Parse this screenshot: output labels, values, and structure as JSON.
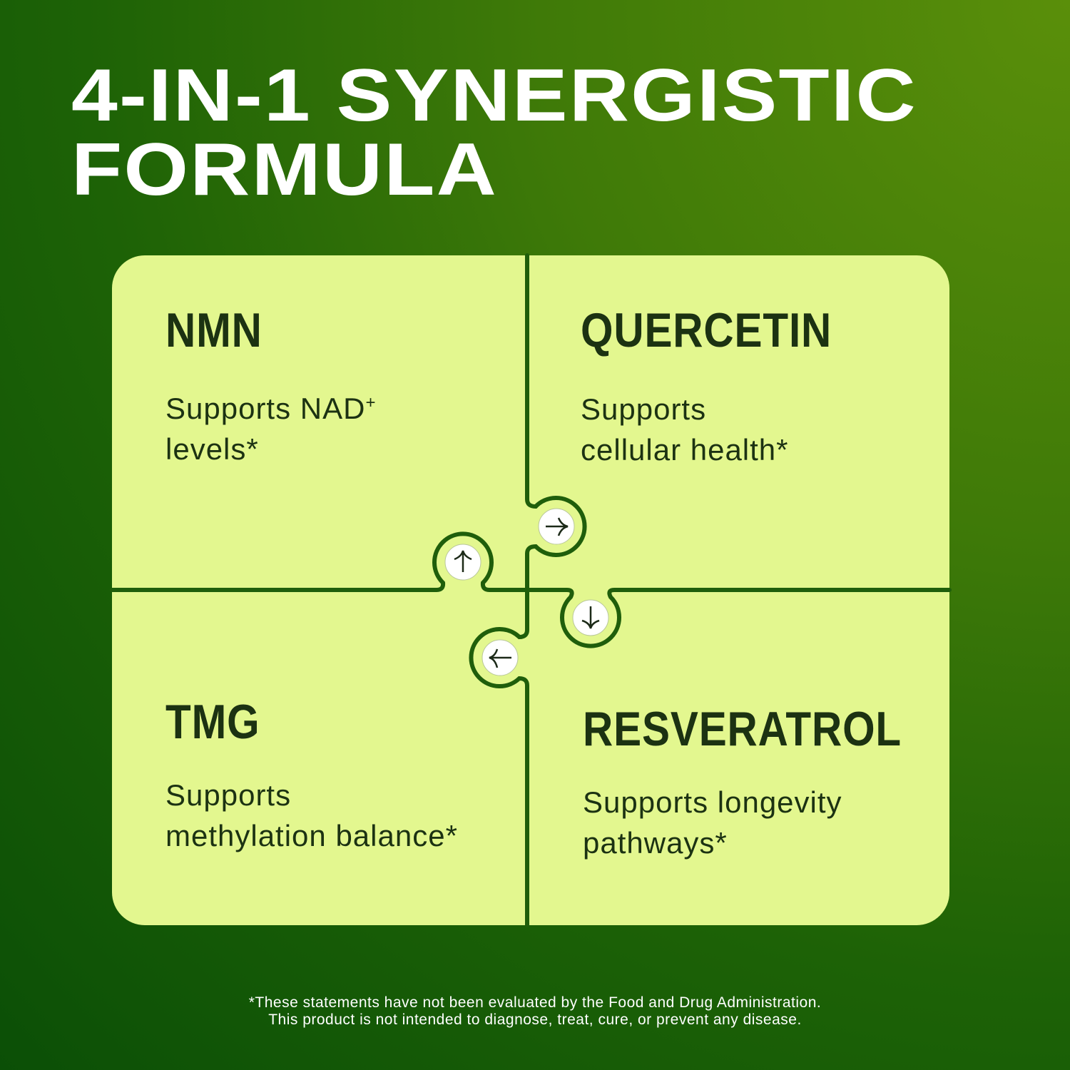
{
  "title": {
    "line1": "4-IN-1 SYNERGISTIC",
    "line2": "FORMULA"
  },
  "ingredients": [
    {
      "name": "NMN",
      "desc_line1": "Supports NAD",
      "desc_sup": "+",
      "desc_line2": "levels*"
    },
    {
      "name": "QUERCETIN",
      "desc_line1": "Supports",
      "desc_line2": "cellular health*"
    },
    {
      "name": "TMG",
      "desc_line1": "Supports",
      "desc_line2": "methylation balance*"
    },
    {
      "name": "RESVERATROL",
      "desc_line1": "Supports longevity",
      "desc_line2": "pathways*"
    }
  ],
  "connectors": [
    "arrow-up-icon",
    "arrow-right-icon",
    "arrow-down-icon",
    "arrow-left-icon"
  ],
  "colors": {
    "card": "#e3f78f",
    "divider": "#1f5e0b",
    "text": "#1c3212"
  },
  "footer": {
    "line1": "*These statements have not been evaluated by the Food and Drug Administration.",
    "line2": "This product is not intended to diagnose, treat, cure, or prevent any disease."
  }
}
